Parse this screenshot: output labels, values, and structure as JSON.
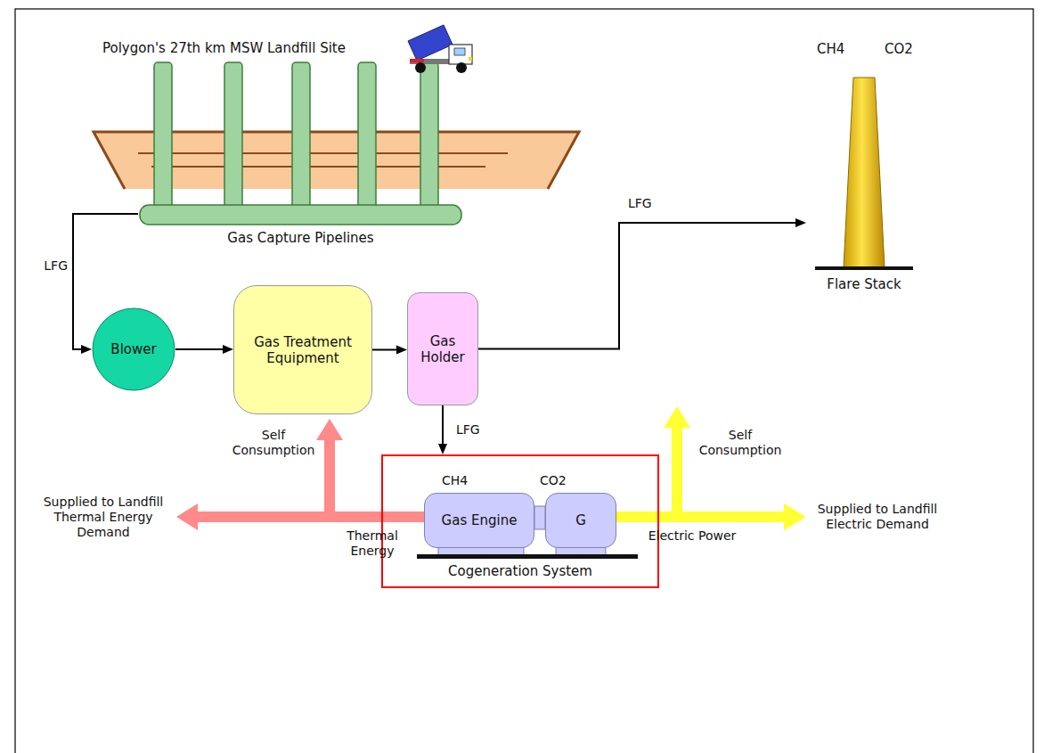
{
  "diagram": {
    "nodes": [
      {
        "text": [
          "Polygon's 27th km MSW Landfill Site"
        ]
      },
      {
        "text": [
          "Gas Capture Pipelines"
        ]
      },
      {
        "text": [
          "Blower"
        ]
      },
      {
        "text": [
          "Gas Treatment Equipment"
        ]
      },
      {
        "text": [
          "Gas Holder"
        ]
      },
      {
        "text": [
          "CH4",
          "CO2",
          "Flare Stack"
        ]
      },
      {
        "text": [
          "Cogeneration System"
        ]
      },
      {
        "text": [
          "Gas Engine"
        ],
        "in": 6
      },
      {
        "text": [
          "G"
        ],
        "in": 6
      }
    ],
    "edges": [
      {
        "from": 1,
        "to": 2,
        "label": "LFG",
        "arrow": "to"
      },
      {
        "from": 2,
        "to": 3,
        "arrow": "to"
      },
      {
        "from": 3,
        "to": 4,
        "arrow": "to"
      },
      {
        "from": 4,
        "to": 5,
        "label": "LFG",
        "arrow": "to"
      },
      {
        "from": 4,
        "to": 6,
        "label": "LFG",
        "arrow": "to"
      }
    ],
    "labels": [
      "Self Consumption",
      "Thermal Energy",
      "Supplied to Landfill Thermal Energy Demand",
      "CH4",
      "CO2",
      "Self Consumption",
      "Electric Power",
      "Supplied to Landfill Electric Demand"
    ]
  }
}
